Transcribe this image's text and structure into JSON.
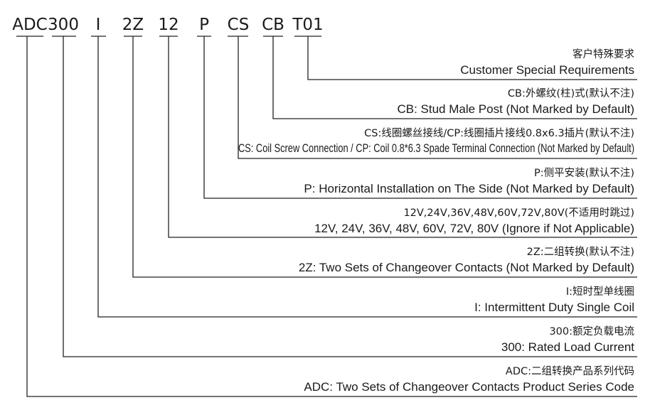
{
  "codes": [
    {
      "code": "ADC",
      "zh": "ADC:二组转换产品系列代码",
      "en": "ADC: Two Sets of Changeover Contacts Product Series Code"
    },
    {
      "code": "300",
      "zh": "300:额定负载电流",
      "en": "300: Rated Load Current"
    },
    {
      "code": "I",
      "zh": "I:短时型单线圈",
      "en": "I: Intermittent Duty Single Coil"
    },
    {
      "code": "2Z",
      "zh": "2Z:二组转换(默认不注)",
      "en": "2Z: Two Sets of Changeover Contacts (Not Marked by Default)"
    },
    {
      "code": "12",
      "zh": "12V,24V,36V,48V,60V,72V,80V(不适用时跳过)",
      "en": "12V, 24V, 36V, 48V, 60V, 72V, 80V (Ignore if Not Applicable)"
    },
    {
      "code": "P",
      "zh": "P:侧平安装(默认不注)",
      "en": "P: Horizontal Installation on The Side (Not Marked by Default)"
    },
    {
      "code": "CS",
      "zh": "CS:线圈螺丝接线/CP:线圈插片接线0.8x6.3插片(默认不注)",
      "en": "CS: Coil Screw Connection / CP: Coil 0.8*6.3 Spade Terminal Connection (Not Marked by Default)"
    },
    {
      "code": "CB",
      "zh": "CB:外螺纹(柱)式(默认不注)",
      "en": "CB: Stud Male Post (Not Marked by Default)"
    },
    {
      "code": "T01",
      "zh": "客户特殊要求",
      "en": "Customer Special Requirements"
    }
  ]
}
